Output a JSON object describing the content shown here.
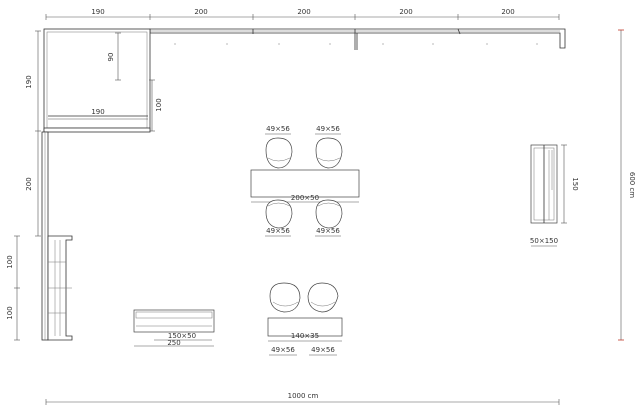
{
  "labels": {
    "top_dim_1": "190",
    "top_dim_2": "200",
    "top_dim_3": "200",
    "top_dim_4": "200",
    "top_dim_5": "200",
    "left_dim_1": "190",
    "left_dim_2": "200",
    "left_dim_3": "100",
    "left_dim_4": "100",
    "inner_dim_90": "90",
    "inner_dim_190": "190",
    "inner_dim_100": "100",
    "chair_tl": "49×56",
    "chair_tr": "49×56",
    "table": "200×50",
    "chair_bl": "49×56",
    "chair_br": "49×56",
    "cabinet_h": "150",
    "cabinet_w": "50×150",
    "right_total": "600 cm",
    "sideboard_inner": "150×50",
    "sideboard_outer": "250",
    "bench": "140×35",
    "chair_low_l": "49×56",
    "chair_low_r": "49×56",
    "bottom_total": "1000 cm"
  },
  "colors": {
    "line": "#333333",
    "accent": "#c0392b"
  }
}
